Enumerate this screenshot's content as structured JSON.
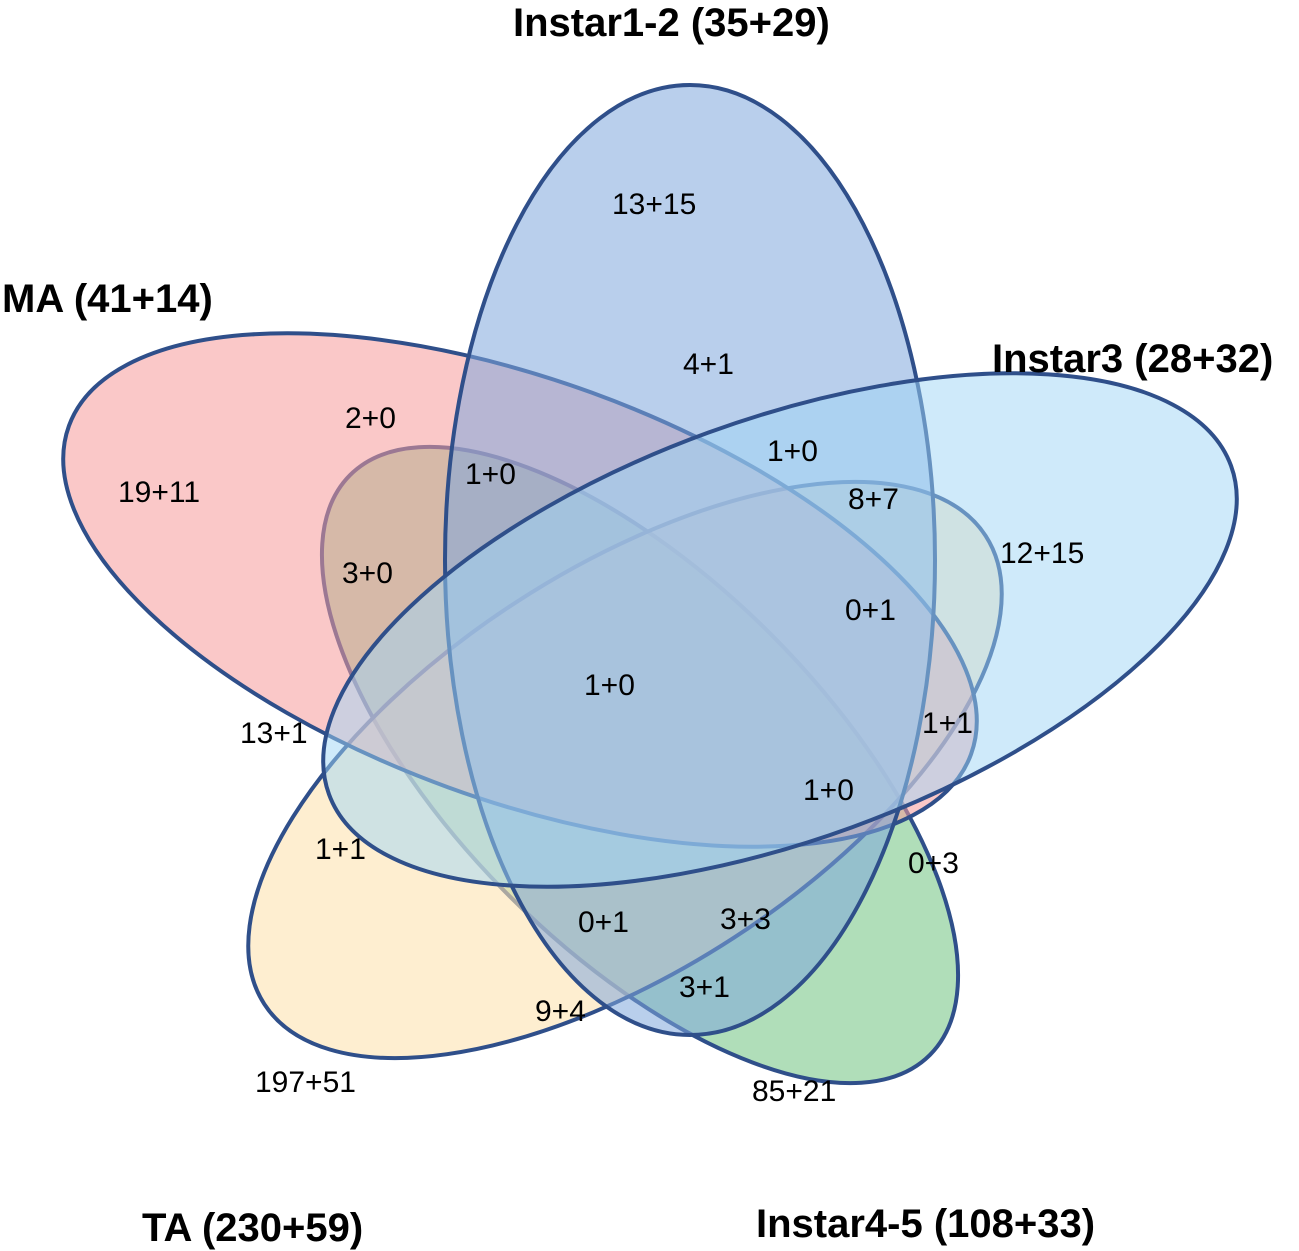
{
  "chart_data": {
    "type": "venn",
    "sets": [
      {
        "key": "instar12",
        "label": "Instar1-2 (35+29)",
        "color": "#7fa8dc"
      },
      {
        "key": "instar3",
        "label": "Instar3 (28+32)",
        "color": "#9fd6f5"
      },
      {
        "key": "instar45",
        "label": "Instar4-5 (108+33)",
        "color": "#7cc88a"
      },
      {
        "key": "ta",
        "label": "TA (230+59)",
        "color": "#fde3b0"
      },
      {
        "key": "ma",
        "label": "MA (41+14)",
        "color": "#f59a9a"
      }
    ],
    "regions": [
      {
        "label": "13+15"
      },
      {
        "label": "4+1"
      },
      {
        "label": "1+0"
      },
      {
        "label": "8+7"
      },
      {
        "label": "12+15"
      },
      {
        "label": "2+0"
      },
      {
        "label": "19+11"
      },
      {
        "label": "1+0"
      },
      {
        "label": "3+0"
      },
      {
        "label": "0+1"
      },
      {
        "label": "1+0"
      },
      {
        "label": "13+1"
      },
      {
        "label": "1+1"
      },
      {
        "label": "1+0"
      },
      {
        "label": "1+1"
      },
      {
        "label": "0+3"
      },
      {
        "label": "0+1"
      },
      {
        "label": "3+3"
      },
      {
        "label": "3+1"
      },
      {
        "label": "9+4"
      },
      {
        "label": "197+51"
      },
      {
        "label": "85+21"
      }
    ]
  }
}
